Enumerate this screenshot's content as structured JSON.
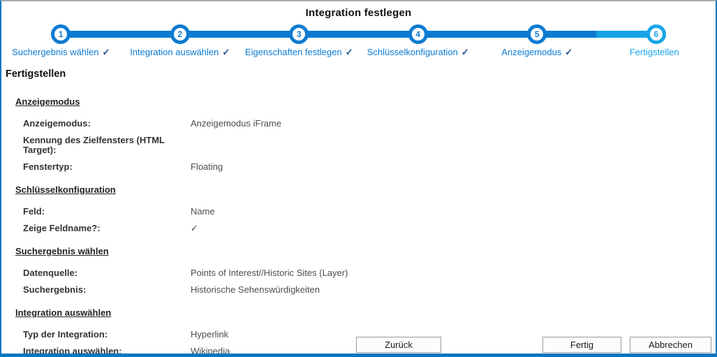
{
  "window": {
    "title": "Integration festlegen"
  },
  "colors": {
    "step_done_blue": "#0b7bd1",
    "step_current_blue": "#17a5e6",
    "check_navy": "#1d4f91",
    "window_border_blue": "#0a77c2"
  },
  "stepper": {
    "steps": [
      {
        "num": "1",
        "label": "Suchergebnis wählen",
        "check": "✓",
        "state": "done"
      },
      {
        "num": "2",
        "label": "Integration auswählen",
        "check": "✓",
        "state": "done"
      },
      {
        "num": "3",
        "label": "Eigenschaften festlegen",
        "check": "✓",
        "state": "done"
      },
      {
        "num": "4",
        "label": "Schlüsselkonfiguration",
        "check": "✓",
        "state": "done"
      },
      {
        "num": "5",
        "label": "Anzeigemodus",
        "check": "✓",
        "state": "done"
      },
      {
        "num": "6",
        "label": "Fertigstellen",
        "check": "",
        "state": "current"
      }
    ]
  },
  "page": {
    "heading": "Fertigstellen"
  },
  "sections": [
    {
      "title": "Anzeigemodus",
      "rows": [
        {
          "label": "Anzeigemodus:",
          "value": "Anzeigemodus iFrame"
        },
        {
          "label": "Kennung des Zielfensters (HTML Target):",
          "value": ""
        },
        {
          "label": "Fenstertyp:",
          "value": "Floating"
        }
      ]
    },
    {
      "title": "Schlüsselkonfiguration",
      "rows": [
        {
          "label": "Feld:",
          "value": "Name"
        },
        {
          "label": "Zeige Feldname?:",
          "value": "✓"
        }
      ]
    },
    {
      "title": "Suchergebnis wählen",
      "rows": [
        {
          "label": "Datenquelle:",
          "value": "Points of Interest//Historic Sites (Layer)"
        },
        {
          "label": "Suchergebnis:",
          "value": "Historische Sehenswürdigkeiten"
        }
      ]
    },
    {
      "title": "Integration auswählen",
      "rows": [
        {
          "label": "Typ der Integration:",
          "value": "Hyperlink"
        },
        {
          "label": "Integration auswählen:",
          "value": "Wikipedia"
        }
      ]
    }
  ],
  "buttons": {
    "back": "Zurück",
    "finish": "Fertig",
    "cancel": "Abbrechen"
  }
}
